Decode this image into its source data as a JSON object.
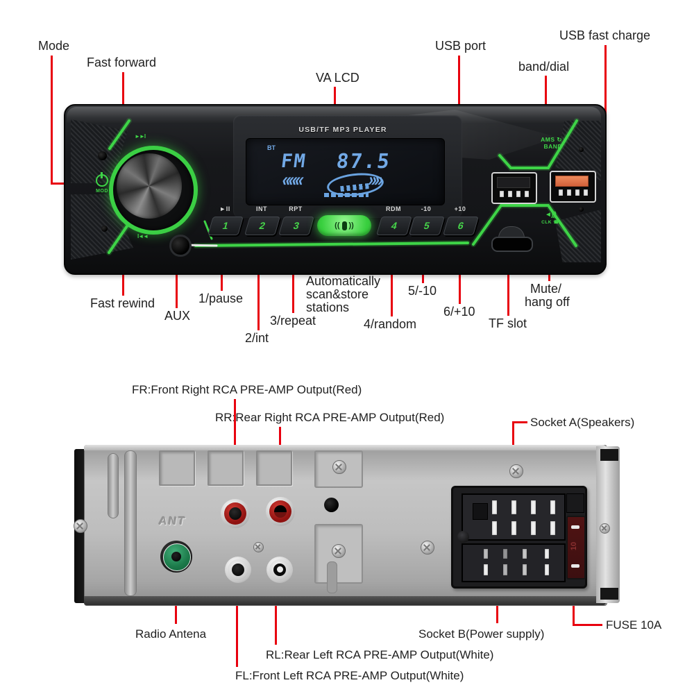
{
  "callout_labels": {
    "mode": "Mode",
    "fast_forward": "Fast forward",
    "va_lcd": "VA LCD",
    "usb_port": "USB port",
    "band_dial": "band/dial",
    "usb_fast_charge": "USB fast charge",
    "fast_rewind": "Fast rewind",
    "aux": "AUX",
    "pause": "1/pause",
    "int": "2/int",
    "repeat": "3/repeat",
    "auto_scan_line1": "Automatically",
    "auto_scan_line2": "scan&store",
    "auto_scan_line3": "stations",
    "random": "4/random",
    "minus_ten": "5/-10",
    "plus_ten": "6/+10",
    "tf_slot": "TF slot",
    "mute_line1": "Mute/",
    "mute_line2": "hang off",
    "fr_output": "FR:Front Right RCA PRE-AMP Output(Red)",
    "rr_output": "RR:Rear Right RCA PRE-AMP Output(Red)",
    "socket_a": "Socket A(Speakers)",
    "radio_antena": "Radio Antena",
    "socket_b": "Socket B(Power supply)",
    "fuse": "FUSE 10A",
    "rl_output": "RL:Rear Left RCA PRE-AMP Output(White)",
    "fl_output": "FL:Front Left RCA PRE-AMP Output(White)"
  },
  "front_panel": {
    "brand_text": "USB/TF MP3 PLAYER",
    "display": {
      "bt": "BT",
      "band": "FM",
      "frequency": "87.5",
      "arrows_left": "«««",
      "arrows_right": "»»"
    },
    "mod_label": "MOD",
    "ff_icon": "►►I",
    "rw_icon": "I◄◄",
    "ams_line1": "AMS ↻",
    "ams_line2": "BAND",
    "mute_icon": "◄)))",
    "mute_sub": "CLK ☎",
    "key_labels": {
      "play_pause": "►II",
      "int": "INT",
      "rpt": "RPT",
      "rdm": "RDM",
      "minus10": "-10",
      "plus10": "+10"
    },
    "numbers": [
      "1",
      "2",
      "3",
      "4",
      "5",
      "6"
    ]
  },
  "rear_panel": {
    "ant_label": "ANT",
    "fuse_value": "10"
  },
  "colors": {
    "accent_green": "#3ed447",
    "callout_red": "#e8000e",
    "lcd_blue": "#72a9e6",
    "usb_orange": "#e0714a"
  }
}
